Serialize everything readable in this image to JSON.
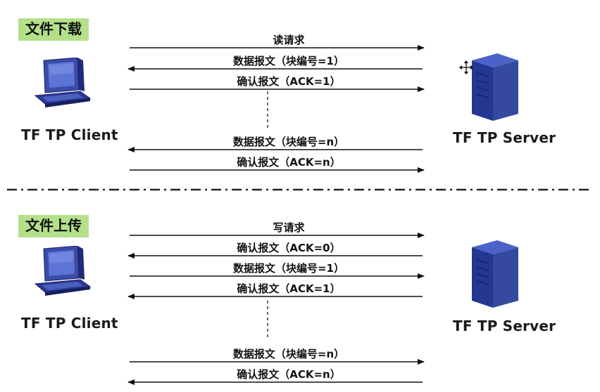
{
  "download": {
    "title": "文件下载",
    "client_label": "TF TP Client",
    "server_label": "TF TP Server",
    "messages": [
      {
        "label": "读请求",
        "direction": "to-server"
      },
      {
        "label": "数据报文（块编号=1）",
        "direction": "to-client"
      },
      {
        "label": "确认报文（ACK=1）",
        "direction": "to-server"
      },
      {
        "label": "数据报文（块编号=n）",
        "direction": "to-client"
      },
      {
        "label": "确认报文（ACK=n）",
        "direction": "to-server"
      }
    ]
  },
  "upload": {
    "title": "文件上传",
    "client_label": "TF TP Client",
    "server_label": "TF TP Server",
    "messages": [
      {
        "label": "写请求",
        "direction": "to-server"
      },
      {
        "label": "确认报文（ACK=0）",
        "direction": "to-client"
      },
      {
        "label": "数据报文（块编号=1）",
        "direction": "to-server"
      },
      {
        "label": "确认报文（ACK=1）",
        "direction": "to-client"
      },
      {
        "label": "数据报文（块编号=n）",
        "direction": "to-server"
      },
      {
        "label": "确认报文（ACK=n）",
        "direction": "to-client"
      }
    ]
  },
  "icons": {
    "client": "computer-icon",
    "server": "server-icon",
    "cursor": "move-cursor-icon"
  },
  "colors": {
    "tag_bg": "#b4e08a",
    "arrow": "#111111",
    "computer": "#2e3f9e",
    "server": "#253a8e"
  }
}
